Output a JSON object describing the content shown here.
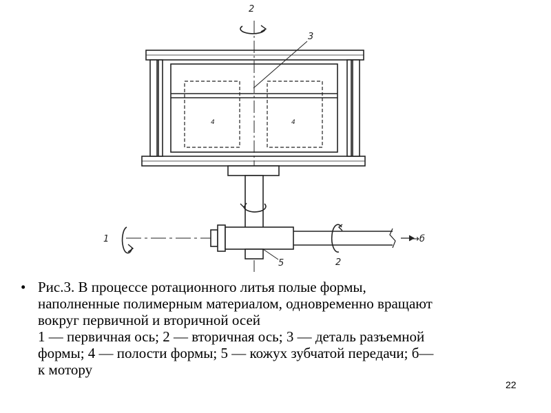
{
  "figure": {
    "callouts": {
      "secondary_top": "2",
      "part": "3",
      "cavity_left": "4",
      "cavity_right": "4",
      "primary": "1",
      "housing": "5",
      "secondary_bottom": "2",
      "motor_arrow": "→б"
    }
  },
  "caption": {
    "bullet": "•",
    "lines": [
      "Рис.3. В процессе ротационного литья полые формы,",
      "наполненные полимерным материалом, одновременно вращают",
      "вокруг первичной и вторичной осей",
      "1 — первичная ось; 2 — вторичная ось; 3 — деталь разъемной",
      "формы; 4 — полости формы; 5 — кожух зубчатой передачи; б—",
      "к мотору"
    ]
  },
  "page_number": "22"
}
